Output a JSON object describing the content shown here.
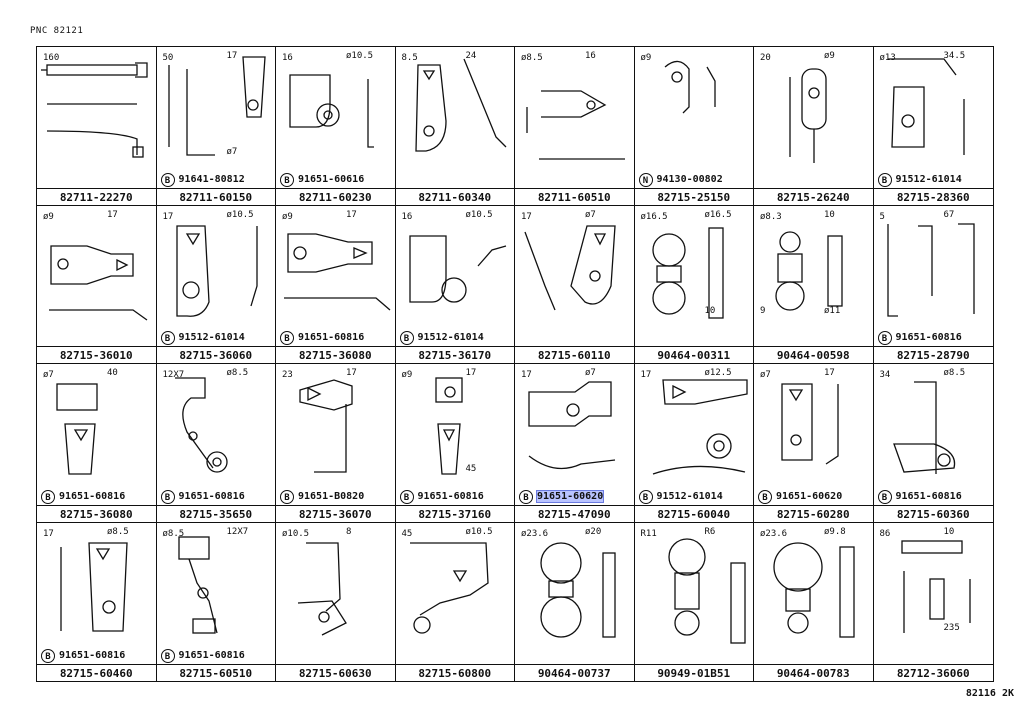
{
  "pnc": "PNC 82121",
  "footer_code": "82116 2K",
  "cells": [
    {
      "part": "82711-22270",
      "sub": "",
      "marker": "",
      "dims": [
        "160"
      ]
    },
    {
      "part": "82711-60150",
      "sub": "91641-80812",
      "marker": "B",
      "dims": [
        "50",
        "17",
        "ø7"
      ]
    },
    {
      "part": "82711-60230",
      "sub": "91651-60616",
      "marker": "B",
      "dims": [
        "16",
        "ø10.5"
      ]
    },
    {
      "part": "82711-60340",
      "sub": "",
      "marker": "",
      "dims": [
        "8.5",
        "24"
      ]
    },
    {
      "part": "82711-60510",
      "sub": "",
      "marker": "",
      "dims": [
        "ø8.5",
        "16"
      ]
    },
    {
      "part": "82715-25150",
      "sub": "94130-00802",
      "marker": "N",
      "dims": [
        "ø9"
      ]
    },
    {
      "part": "82715-26240",
      "sub": "",
      "marker": "",
      "dims": [
        "20",
        "ø9"
      ]
    },
    {
      "part": "82715-28360",
      "sub": "91512-61014",
      "marker": "B",
      "dims": [
        "ø13",
        "34.5"
      ]
    },
    {
      "part": "82715-36010",
      "sub": "",
      "marker": "",
      "dims": [
        "ø9",
        "17"
      ]
    },
    {
      "part": "82715-36060",
      "sub": "91512-61014",
      "marker": "B",
      "dims": [
        "17",
        "ø10.5"
      ]
    },
    {
      "part": "82715-36080",
      "sub": "91651-60816",
      "marker": "B",
      "dims": [
        "ø9",
        "17"
      ]
    },
    {
      "part": "82715-36170",
      "sub": "91512-61014",
      "marker": "B",
      "dims": [
        "16",
        "ø10.5"
      ]
    },
    {
      "part": "82715-60110",
      "sub": "",
      "marker": "",
      "dims": [
        "17",
        "ø7"
      ]
    },
    {
      "part": "90464-00311",
      "sub": "",
      "marker": "",
      "dims": [
        "ø16.5",
        "ø16.5",
        "10"
      ]
    },
    {
      "part": "90464-00598",
      "sub": "",
      "marker": "",
      "dims": [
        "ø8.3",
        "10",
        "ø11",
        "9"
      ]
    },
    {
      "part": "82715-28790",
      "sub": "91651-60816",
      "marker": "B",
      "dims": [
        "5",
        "67"
      ]
    },
    {
      "part": "82715-36080",
      "sub": "91651-60816",
      "marker": "B",
      "dims": [
        "ø7",
        "40"
      ]
    },
    {
      "part": "82715-35650",
      "sub": "91651-60816",
      "marker": "B",
      "dims": [
        "12X7",
        "ø8.5"
      ]
    },
    {
      "part": "82715-36070",
      "sub": "91651-B0820",
      "marker": "B",
      "dims": [
        "23",
        "17"
      ]
    },
    {
      "part": "82715-37160",
      "sub": "91651-60816",
      "marker": "B",
      "dims": [
        "ø9",
        "17",
        "45"
      ]
    },
    {
      "part": "82715-47090",
      "sub": "91651-60620",
      "marker": "B",
      "dims": [
        "17",
        "ø7"
      ]
    },
    {
      "part": "82715-60040",
      "sub": "91512-61014",
      "marker": "B",
      "dims": [
        "17",
        "ø12.5"
      ]
    },
    {
      "part": "82715-60280",
      "sub": "91651-60620",
      "marker": "B",
      "dims": [
        "ø7",
        "17"
      ]
    },
    {
      "part": "82715-60360",
      "sub": "91651-60816",
      "marker": "B",
      "dims": [
        "34",
        "ø8.5"
      ]
    },
    {
      "part": "82715-60460",
      "sub": "91651-60816",
      "marker": "B",
      "dims": [
        "17",
        "ø8.5"
      ]
    },
    {
      "part": "82715-60510",
      "sub": "91651-60816",
      "marker": "B",
      "dims": [
        "ø8.5",
        "12X7"
      ]
    },
    {
      "part": "82715-60630",
      "sub": "",
      "marker": "",
      "dims": [
        "ø10.5",
        "8"
      ]
    },
    {
      "part": "82715-60800",
      "sub": "",
      "marker": "",
      "dims": [
        "45",
        "ø10.5"
      ]
    },
    {
      "part": "90464-00737",
      "sub": "",
      "marker": "",
      "dims": [
        "ø23.6",
        "ø20"
      ]
    },
    {
      "part": "90949-01B51",
      "sub": "",
      "marker": "",
      "dims": [
        "R11",
        "R6"
      ]
    },
    {
      "part": "90464-00783",
      "sub": "",
      "marker": "",
      "dims": [
        "ø23.6",
        "ø9.8"
      ]
    },
    {
      "part": "82712-36060",
      "sub": "",
      "marker": "",
      "dims": [
        "86",
        "10",
        "235"
      ]
    }
  ]
}
